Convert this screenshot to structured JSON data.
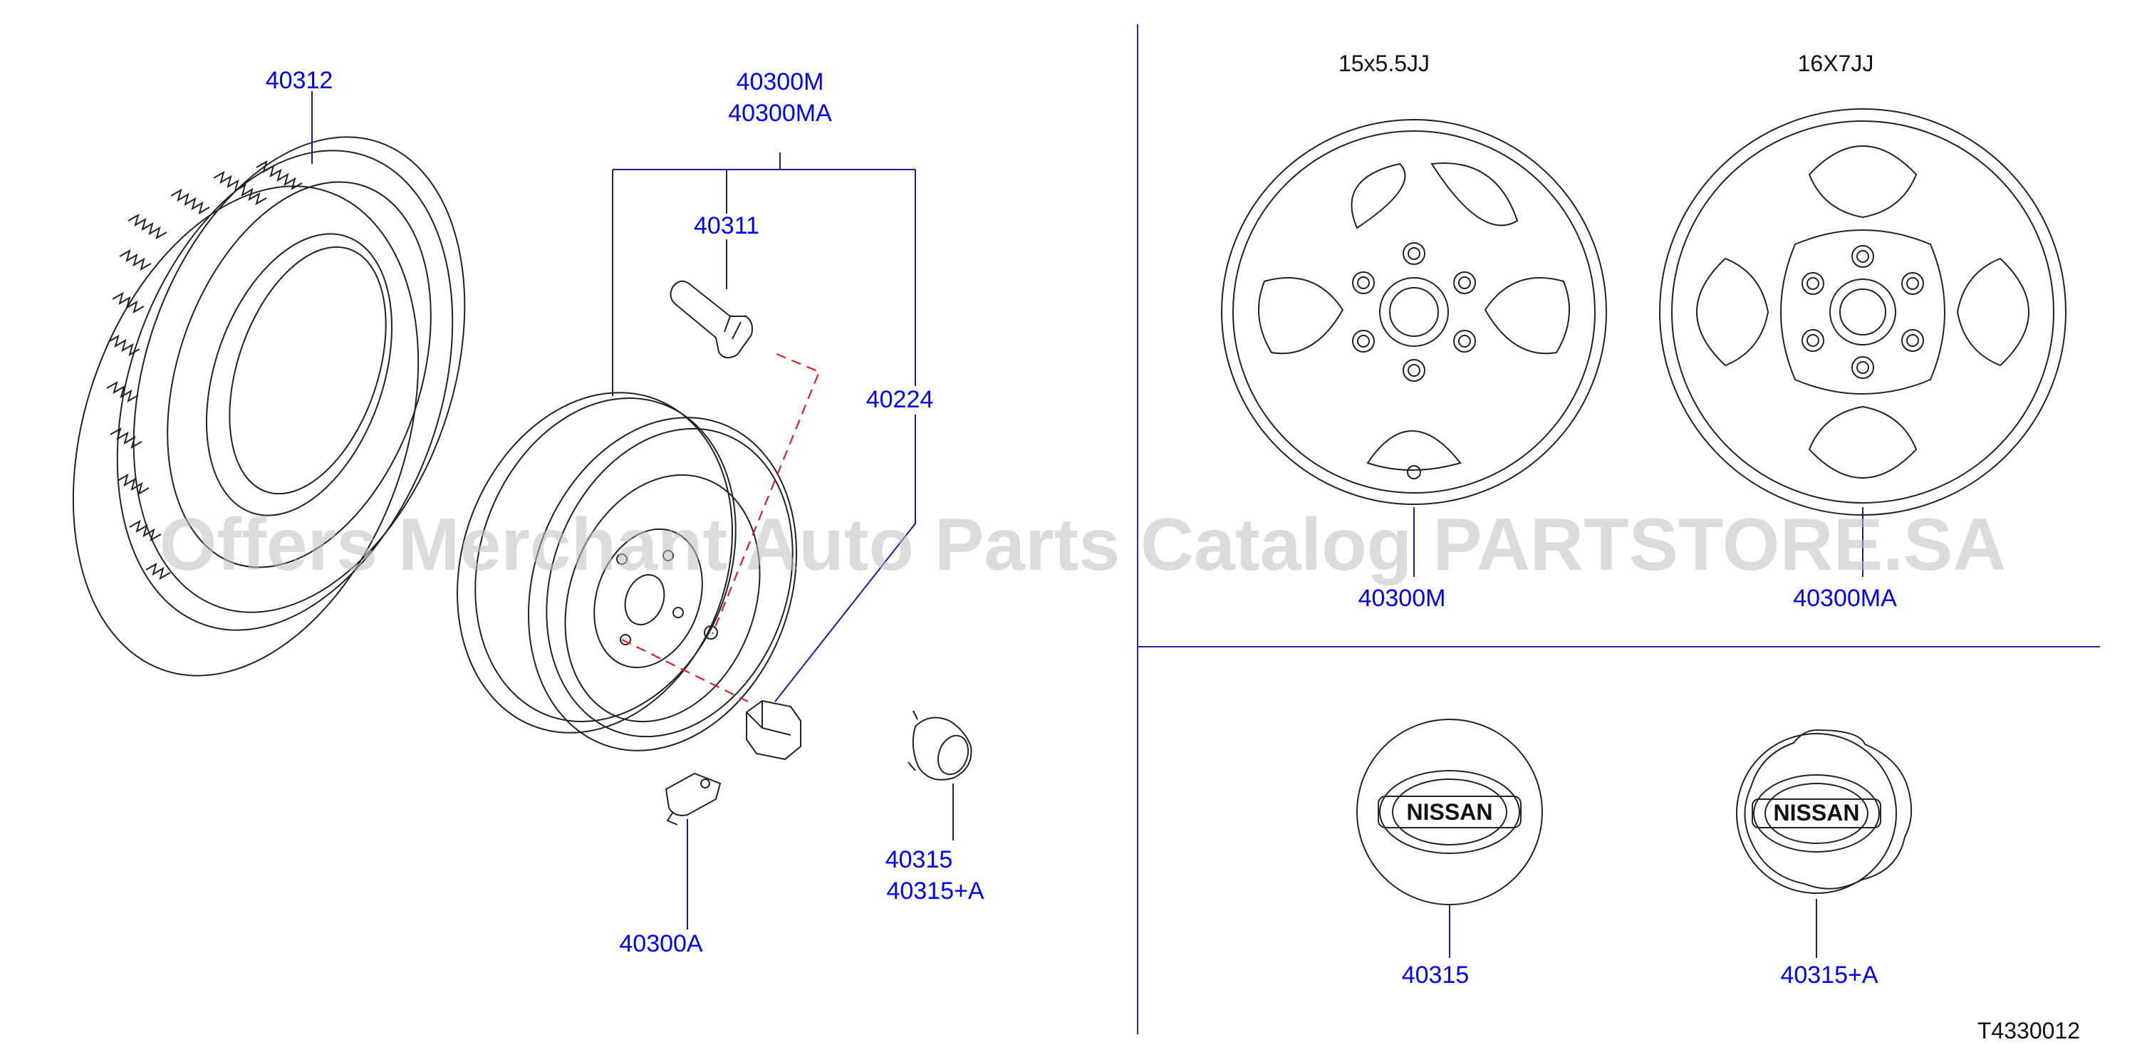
{
  "diagram": {
    "code": "T4330012",
    "watermark": "Offers Merchant Auto Parts Catalog PARTSTORE.SA",
    "wheel_sizes": {
      "left": "15x5.5JJ",
      "right": "16X7JJ"
    },
    "parts": {
      "tire": "40312",
      "wheel_a": "40300M",
      "wheel_b": "40300MA",
      "valve": "40311",
      "nut": "40224",
      "weight": "40300A",
      "cap_a": "40315",
      "cap_b": "40315+A",
      "detail_wheel_a": "40300M",
      "detail_wheel_b": "40300MA",
      "detail_cap_a": "40315",
      "detail_cap_b": "40315+A"
    },
    "emblem": "NISSAN"
  },
  "colors": {
    "label": "#0000ff",
    "line": "#1a1a9a",
    "dash": "#e02020",
    "ink": "#222222"
  }
}
